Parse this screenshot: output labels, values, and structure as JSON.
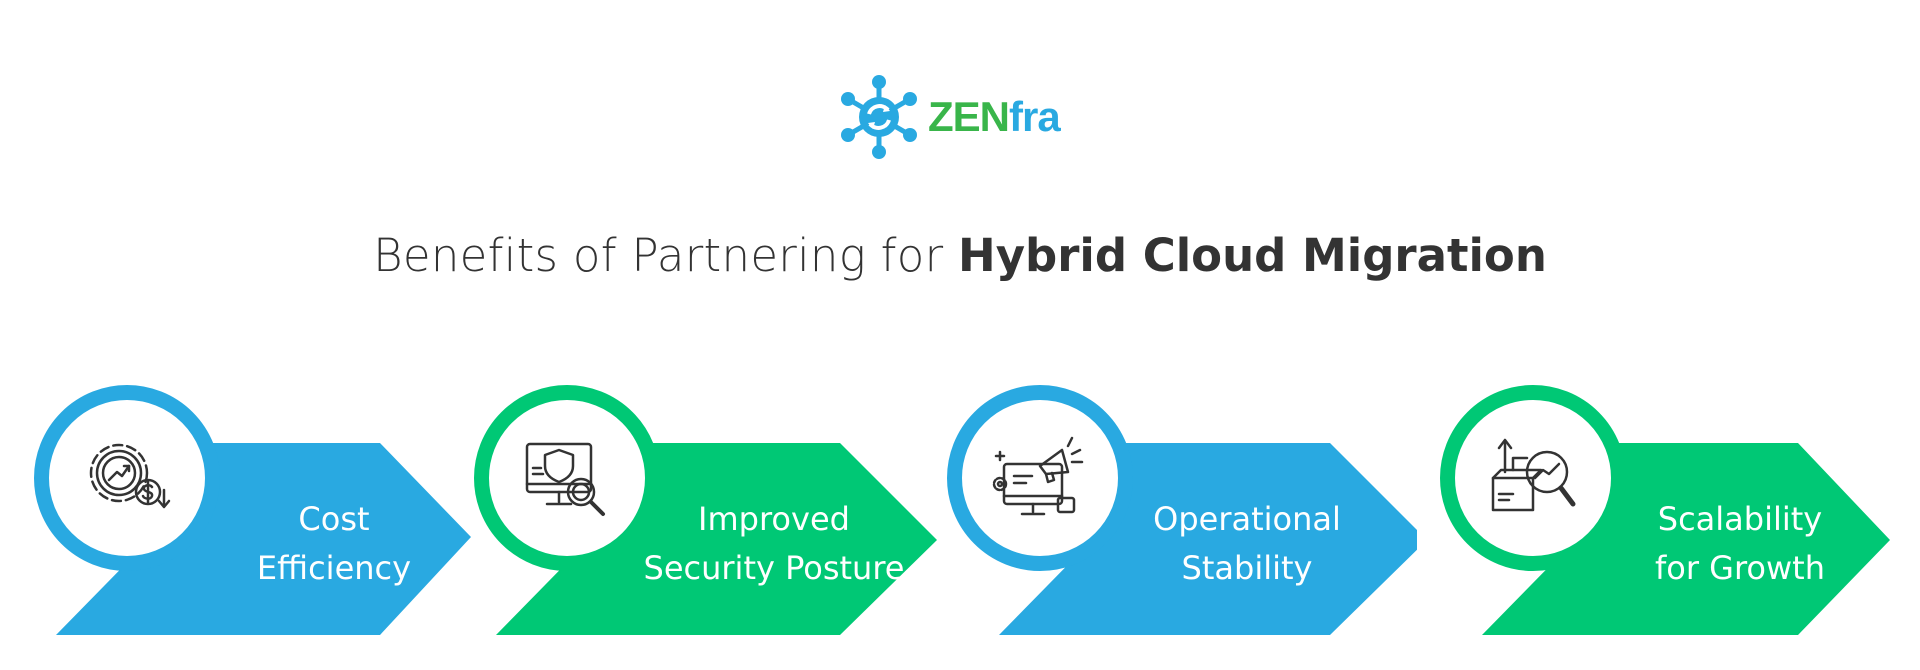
{
  "logo": {
    "text_a": "ZEN",
    "text_b": "fra",
    "icon": "network-hub-icon"
  },
  "title": {
    "regular": "Benefits of Partnering for ",
    "bold": "Hybrid Cloud Migration"
  },
  "colors": {
    "blue": "#29a9e1",
    "green": "#00c875",
    "text": "#333333",
    "logo_green": "#39b54a"
  },
  "steps": [
    {
      "line1": "Cost",
      "line2": "Efficiency",
      "color": "blue",
      "icon": "gear-dollar-icon"
    },
    {
      "line1": "Improved",
      "line2": "Security Posture",
      "color": "green",
      "icon": "shield-monitor-icon"
    },
    {
      "line1": "Operational",
      "line2": "Stability",
      "color": "blue",
      "icon": "monitor-megaphone-icon"
    },
    {
      "line1": "Scalability",
      "line2": "for Growth",
      "color": "green",
      "icon": "box-analytics-icon"
    }
  ]
}
